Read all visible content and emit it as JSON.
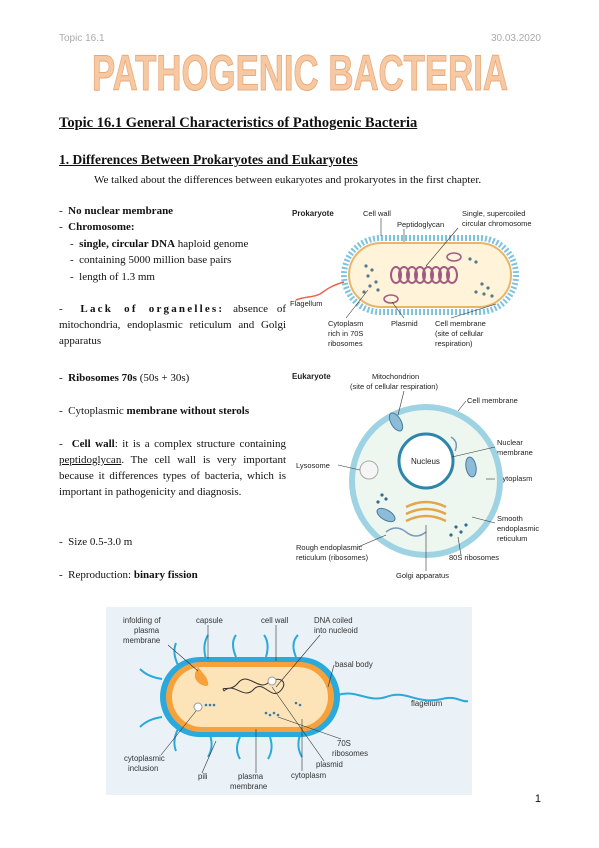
{
  "header": {
    "left": "Topic 16.1",
    "right": "30.03.2020"
  },
  "title": "PATHOGENIC BACTERIA",
  "heading": "Topic 16.1 General Characteristics of Pathogenic Bacteria",
  "section1": {
    "heading": "1. Differences Between Prokaryotes and Eukaryotes",
    "intro": "We talked about the differences between eukaryotes and prokaryotes in the first chapter."
  },
  "list": {
    "no_nucleus": "No nuclear membrane",
    "chromosome": "Chromosome:",
    "chrom_b1_bold": "single, circular DNA",
    "chrom_b1_rest": " haploid genome",
    "chrom_b2": "containing  5000 million base pairs",
    "chrom_b3": "length of 1.3 mm",
    "organelles_bold": "Lack of organelles:",
    "organelles_rest": " absence of mitochondria, endoplasmic reticulum and Golgi apparatus",
    "ribosomes_bold": "Ribosomes 70s",
    "ribosomes_rest": " (50s + 30s)",
    "membrane_pre": "Cytoplasmic ",
    "membrane_bold": "membrane without sterols",
    "cellwall_bold": "Cell wall",
    "cellwall_pre": ": it is a complex structure containing ",
    "cellwall_ul": "peptidoglycan",
    "cellwall_post": ". The cell wall is very important because it differences types of bacteria, which is important in pathogenicity and diagnosis.",
    "size": "Size 0.5-3.0 m",
    "repro_pre": "Reproduction: ",
    "repro_bold": "binary fission"
  },
  "prokaryote_diagram": {
    "title": "Prokaryote",
    "labels": {
      "cell_wall": "Cell wall",
      "peptidoglycan": "Peptidoglycan",
      "chromosome_1": "Single, supercoiled",
      "chromosome_2": "circular chromosome",
      "flagellum": "Flagellum",
      "cytoplasm_1": "Cytoplasm",
      "cytoplasm_2": "rich in 70S",
      "cytoplasm_3": "ribosomes",
      "plasmid": "Plasmid",
      "membrane_1": "Cell membrane",
      "membrane_2": "(site of cellular",
      "membrane_3": "respiration)"
    }
  },
  "eukaryote_diagram": {
    "title": "Eukaryote",
    "labels": {
      "mito_1": "Mitochondrion",
      "mito_2": "(site of cellular respiration)",
      "cell_membrane": "Cell membrane",
      "nuclear_1": "Nuclear",
      "nuclear_2": "membrane",
      "lysosome": "Lysosome",
      "nucleus": "Nucleus",
      "cytoplasm": "Cytoplasm",
      "smooth_1": "Smooth",
      "smooth_2": "endoplasmic",
      "smooth_3": "reticulum",
      "rough_1": "Rough endoplasmic",
      "rough_2": "reticulum (ribosomes)",
      "ribo80": "80S ribosomes",
      "golgi": "Golgi apparatus"
    }
  },
  "bacterium_diagram": {
    "labels": {
      "infolding_1": "infolding of",
      "infolding_2": "plasma",
      "infolding_3": "membrane",
      "capsule": "capsule",
      "cell_wall": "cell wall",
      "dna_1": "DNA coiled",
      "dna_2": "into nucleoid",
      "basal_body": "basal body",
      "flagellum": "flagellum",
      "inclusion_1": "cytoplasmic",
      "inclusion_2": "inclusion",
      "pili": "pili",
      "plasma_1": "plasma",
      "plasma_2": "membrane",
      "r70_1": "70S",
      "r70_2": "ribosomes",
      "plasmid": "plasmid",
      "cytoplasm": "cytoplasm"
    }
  },
  "page_number": "1",
  "colors": {
    "title_fill": "#f6c9a3",
    "title_stroke": "#e9a878",
    "prok_wall": "#7cc3e0",
    "prok_plasmid": "#a25a82",
    "bact_capsule": "#2aa9dc",
    "bact_cytoplasm": "#f6a13a"
  }
}
